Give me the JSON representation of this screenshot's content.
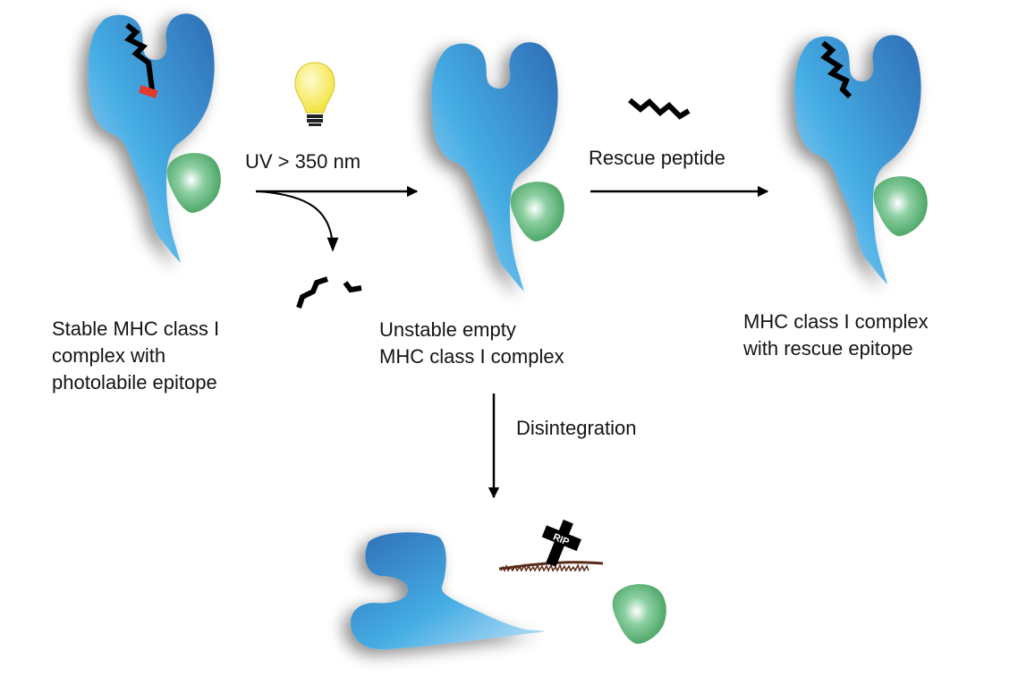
{
  "diagram": {
    "colors": {
      "mhc_dark": "#2f6db6",
      "mhc_mid": "#45ade4",
      "mhc_light": "#b9dcf5",
      "b2m_dark": "#3a9a55",
      "b2m_light": "#ffffff",
      "peptide": "#000000",
      "photolabile_group": "#e03a2f",
      "bulb": "#f5e84a",
      "grass": "#5a2a1a",
      "arrow": "#000000"
    },
    "nodes": {
      "stable": {
        "lines": [
          "Stable MHC class I",
          "complex with",
          "photolabile epitope"
        ]
      },
      "empty": {
        "lines": [
          "Unstable empty",
          "MHC class I complex"
        ]
      },
      "rescued": {
        "lines": [
          "MHC class I complex",
          "with rescue epitope"
        ]
      }
    },
    "edges": {
      "uv": {
        "label": "UV > 350 nm",
        "icon": "light-bulb-icon"
      },
      "rescue": {
        "label": "Rescue peptide",
        "icon": "peptide-icon"
      },
      "disintegration": {
        "label": "Disintegration"
      }
    },
    "tombstone": {
      "text": "RIP"
    }
  }
}
